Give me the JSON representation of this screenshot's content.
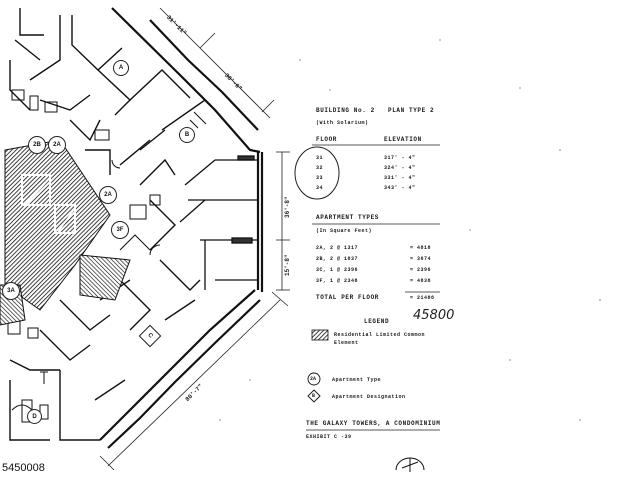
{
  "building": {
    "title": "BUILDING No. 2",
    "plan_type": "PLAN TYPE 2",
    "subtitle": "(With Solarium)"
  },
  "floor_table": {
    "floor_header": "FLOOR",
    "elevation_header": "ELEVATION",
    "rows": [
      {
        "floor": "31",
        "elevation": "317' - 4\""
      },
      {
        "floor": "32",
        "elevation": "324' - 4\""
      },
      {
        "floor": "33",
        "elevation": "331' - 4\""
      },
      {
        "floor": "34",
        "elevation": "343' - 4\""
      }
    ]
  },
  "apartment_types": {
    "header": "APARTMENT TYPES",
    "subheader": "(In Square Feet)",
    "rows": [
      {
        "type": "2A, 2 @ 1317",
        "value": "= 4818"
      },
      {
        "type": "2B, 2 @ 1837",
        "value": "= 3674"
      },
      {
        "type": "3C, 1 @ 2396",
        "value": "= 2396"
      },
      {
        "type": "3F, 1 @ 2348",
        "value": "= 4838"
      }
    ],
    "total_label": "TOTAL PER FLOOR",
    "total_value": "= 21486"
  },
  "handwritten_note": "45800",
  "legend": {
    "title": "LEGEND",
    "items": [
      {
        "label": "Residential Limited Common Element"
      },
      {
        "symbol": "2A",
        "label": "Apartment Type"
      },
      {
        "symbol": "B",
        "label": "Apartment Designation"
      }
    ]
  },
  "footer": {
    "title": "THE GALAXY TOWERS, A CONDOMINIUM",
    "exhibit": "EXHIBIT C -39"
  },
  "listing_id": "5450008",
  "plan_labels": {
    "apartments": [
      "A",
      "B",
      "C",
      "D"
    ],
    "types": [
      "2B",
      "2A",
      "2A",
      "3F",
      "3A"
    ],
    "dims": [
      "31'-11\"",
      "38'-6\"",
      "36'-8\"",
      "15'-8\"",
      "80'-7\""
    ]
  }
}
